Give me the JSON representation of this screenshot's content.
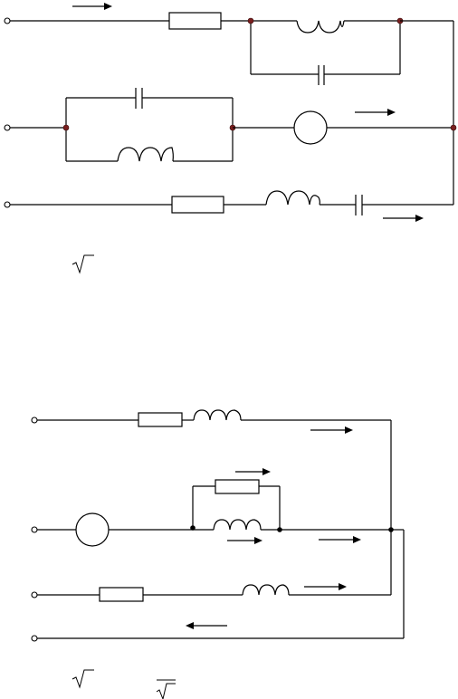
{
  "figure": {
    "description_free": true,
    "circuits": [
      {
        "id": "circuit-1",
        "terminals": 3,
        "elements": [
          "resistor",
          "inductor",
          "capacitor",
          "inductor",
          "capacitor",
          "generator",
          "resistor",
          "inductor",
          "capacitor"
        ]
      },
      {
        "id": "circuit-2",
        "terminals": 4,
        "elements": [
          "resistor",
          "inductor",
          "generator",
          "resistor",
          "inductor",
          "resistor",
          "inductor"
        ]
      }
    ],
    "formula_fragments": [
      {
        "id": "sqrt-1",
        "symbol": "√"
      },
      {
        "id": "sqrt-2",
        "symbol": "√"
      },
      {
        "id": "sqrt-3",
        "symbol": "√"
      }
    ]
  }
}
